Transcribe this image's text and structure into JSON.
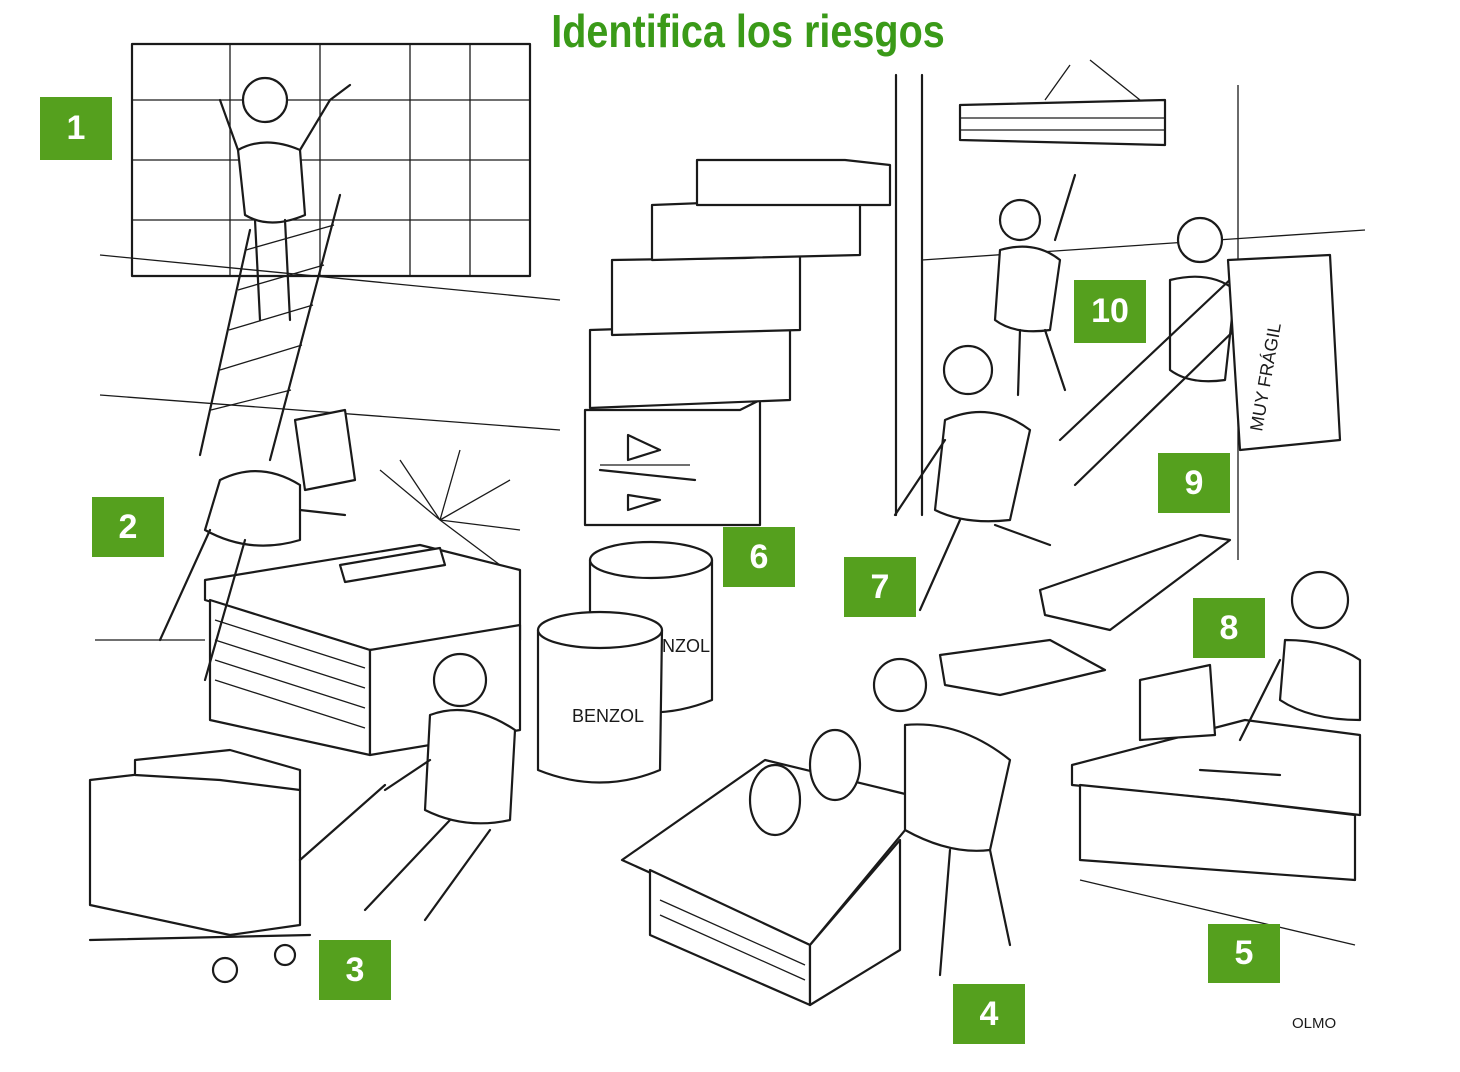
{
  "page": {
    "title": "Identifica los riesgos",
    "title_color": "#3a9a18",
    "badge_color": "#55a01e",
    "badge_text_color": "#ffffff"
  },
  "badges": [
    {
      "id": "b1",
      "label": "1"
    },
    {
      "id": "b2",
      "label": "2"
    },
    {
      "id": "b3",
      "label": "3"
    },
    {
      "id": "b4",
      "label": "4"
    },
    {
      "id": "b5",
      "label": "5"
    },
    {
      "id": "b6",
      "label": "6"
    },
    {
      "id": "b7",
      "label": "7"
    },
    {
      "id": "b8",
      "label": "8"
    },
    {
      "id": "b9",
      "label": "9"
    },
    {
      "id": "b10",
      "label": "10"
    }
  ],
  "drawing": {
    "barrel_label_front": "BENZOL",
    "barrel_label_back": "NZOL",
    "crate_label": "MUY FRÁGIL",
    "signature": "OLMO"
  }
}
